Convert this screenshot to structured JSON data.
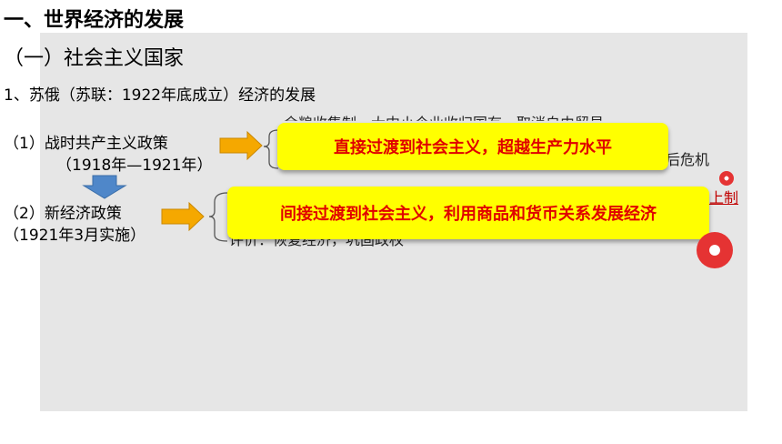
{
  "heading": {
    "section": "一、世界经济的发展",
    "subsection": "（一）社会主义国家",
    "topic": "1、苏俄（苏联：1922年底成立）经济的发展"
  },
  "policies": [
    {
      "label": "（1）战时共产主义政策",
      "period": "（1918年—1921年）"
    },
    {
      "label": "（2）新经济政策",
      "period": "（1921年3月实施）"
    }
  ],
  "background_fragments": {
    "top_partial": "余粮收集制，大中小企业收归国有，取消自由贸易",
    "crisis_fragment": "后危机",
    "bottom_partial": "评价：恢复经济，巩固政权",
    "red_link": "上制"
  },
  "highlights": {
    "wartime": "直接过渡到社会主义，超越生产力水平",
    "nep": "间接过渡到社会主义，利用商品和货币关系发展经济"
  },
  "colors": {
    "highlight_bg": "#ffff00",
    "highlight_text": "#e00000",
    "panel": "#e6e6e6",
    "arrow": "#f5a800",
    "down_arrow": "#4f87c9"
  }
}
